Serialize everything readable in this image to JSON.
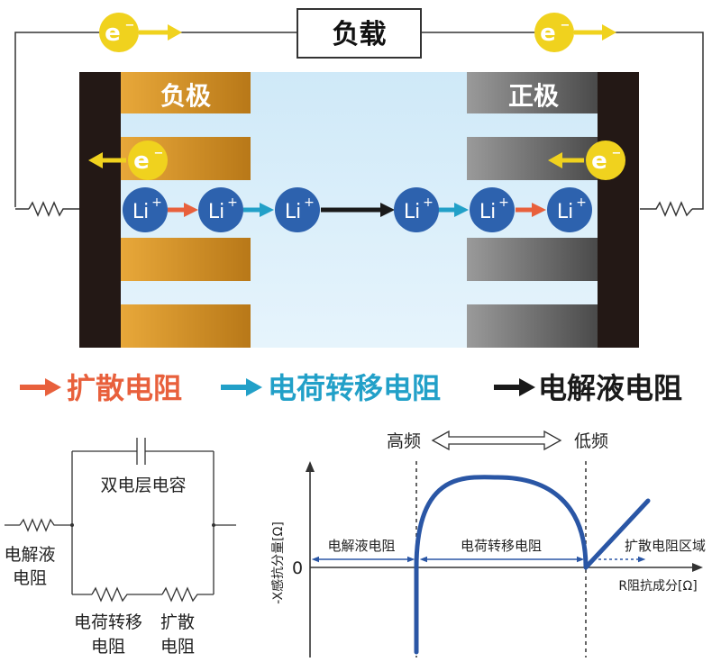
{
  "battery": {
    "load_label": "负载",
    "negative_label": "负极",
    "positive_label": "正极",
    "electron_symbol": "e",
    "electron_sup": "−",
    "ion_symbol": "Li",
    "ion_sup": "+"
  },
  "legend": {
    "diffusion": "扩散电阻",
    "charge_transfer": "电荷转移电阻",
    "electrolyte": "电解液电阻"
  },
  "circuit": {
    "double_layer": "双电层电容",
    "electrolyte_l1": "电解液",
    "electrolyte_l2": "电阻",
    "charge_transfer_l1": "电荷转移",
    "charge_transfer_l2": "电阻",
    "diffusion_l1": "扩散",
    "diffusion_l2": "电阻"
  },
  "nyquist": {
    "high_freq": "高频",
    "low_freq": "低频",
    "y_axis_label": "-X感抗分量[Ω]",
    "x_axis_label": "R阻抗成分[Ω]",
    "origin_label": "0",
    "region_electrolyte": "电解液电阻",
    "region_charge_transfer": "电荷转移电阻",
    "region_diffusion": "扩散电阻区域"
  },
  "colors": {
    "diffusion": "#e8603c",
    "charge_transfer": "#22a0c8",
    "electrolyte": "#1a1a1a",
    "electron": "#f0d21e",
    "ion": "#2d62ae",
    "curve": "#2a56a5",
    "collector": "#231815"
  }
}
